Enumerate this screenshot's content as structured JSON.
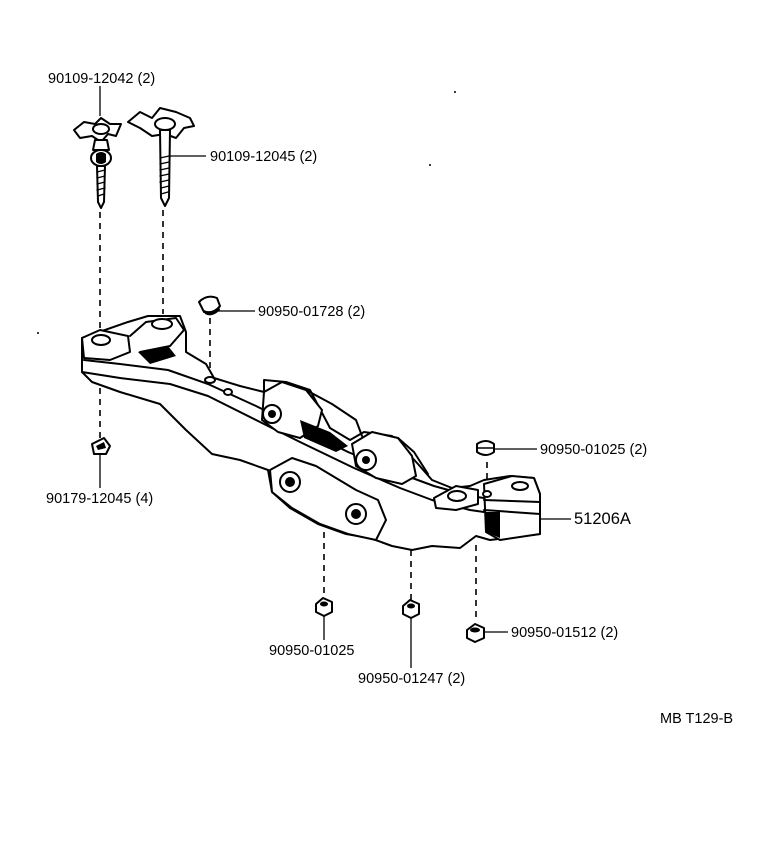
{
  "parts": [
    {
      "id": "p1",
      "number": "90109-12042",
      "qty": "(2)"
    },
    {
      "id": "p2",
      "number": "90109-12045",
      "qty": "(2)"
    },
    {
      "id": "p3",
      "number": "90950-01728",
      "qty": "(2)"
    },
    {
      "id": "p4",
      "number": "90179-12045",
      "qty": "(4)"
    },
    {
      "id": "p5",
      "number": "90950-01025",
      "qty": "(2)"
    },
    {
      "id": "p6",
      "number": "51206A",
      "qty": ""
    },
    {
      "id": "p7",
      "number": "90950-01025",
      "qty": ""
    },
    {
      "id": "p8",
      "number": "90950-01247",
      "qty": "(2)"
    },
    {
      "id": "p9",
      "number": "90950-01512",
      "qty": "(2)"
    }
  ],
  "diagram_code": "MB T129-B"
}
